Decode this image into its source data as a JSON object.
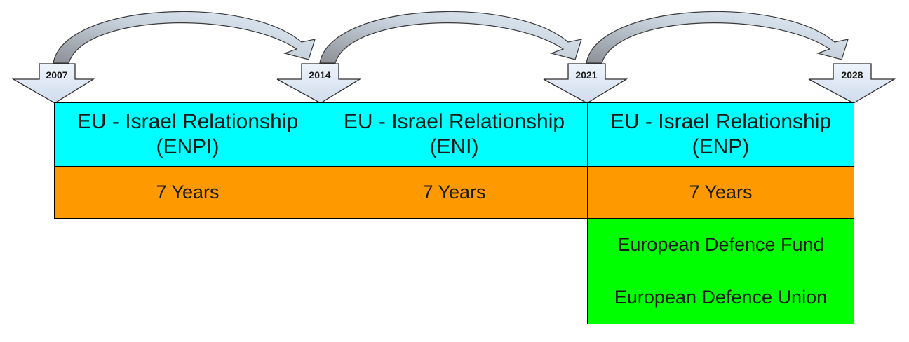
{
  "years": [
    "2007",
    "2014",
    "2021",
    "2028"
  ],
  "relationships": [
    {
      "line1": "EU - Israel Relationship",
      "line2": "(ENPI)",
      "duration": "7 Years"
    },
    {
      "line1": "EU - Israel Relationship",
      "line2": "(ENI)",
      "duration": "7 Years"
    },
    {
      "line1": "EU - Israel Relationship",
      "line2": "(ENP)",
      "duration": "7 Years"
    }
  ],
  "extra_programs": [
    "European Defence Fund",
    "European Defence Union"
  ],
  "colors": {
    "relationship": "#00ffff",
    "duration": "#ff9900",
    "defence": "#00ff00",
    "arrow_light": "#dce9f7",
    "arrow_dark": "#8c9096"
  }
}
